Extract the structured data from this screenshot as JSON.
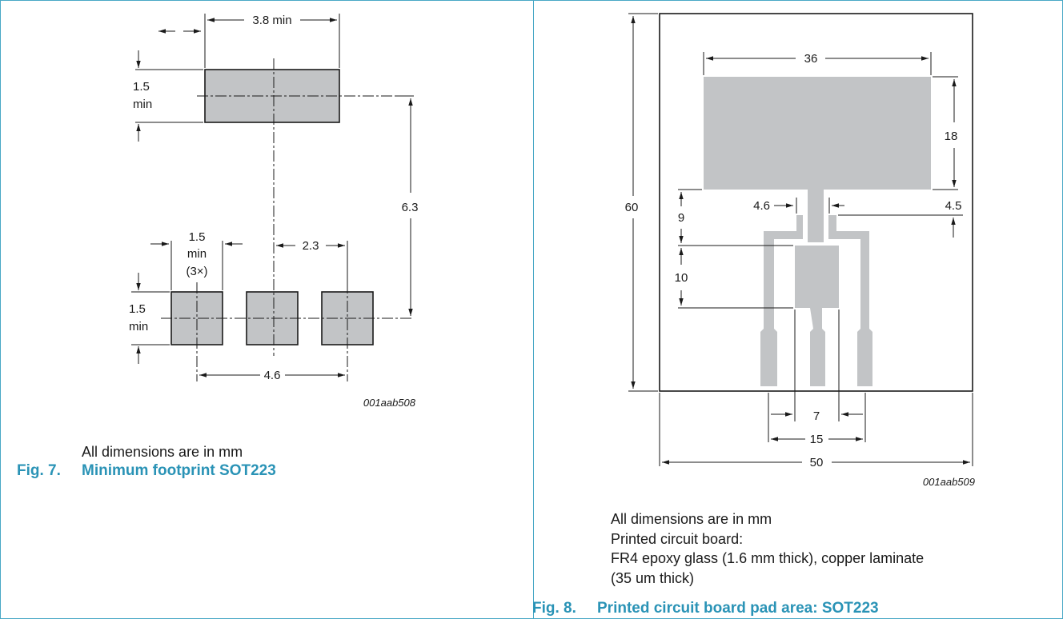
{
  "colors": {
    "accent": "#2a93b6",
    "border": "#49a8c6",
    "pad_fill": "#c2c4c6",
    "line": "#1a1a1a"
  },
  "fig7": {
    "dims": {
      "top_width": "3.8 min",
      "top_height_a": "1.5",
      "top_height_b": "min",
      "pin_width_a": "1.5",
      "pin_width_b": "min",
      "pin_width_c": "(3×)",
      "pin_pitch": "2.3",
      "pin_height_a": "1.5",
      "pin_height_b": "min",
      "vertical_span": "6.3",
      "outer_pin_span": "4.6"
    },
    "code": "001aab508",
    "note": "All dimensions are in mm",
    "caption_number": "Fig. 7.",
    "caption_title": "Minimum footprint SOT223"
  },
  "fig8": {
    "dims": {
      "pad_width": "36",
      "pad_height": "18",
      "board_height": "60",
      "neck_gap_left": "4.6",
      "neck_gap_right": "4.5",
      "gap_9": "9",
      "body_10": "10",
      "center_7": "7",
      "outer_15": "15",
      "board_width": "50"
    },
    "code": "001aab509",
    "note_lines": [
      "All dimensions are in mm",
      "Printed circuit board:",
      "FR4 epoxy glass (1.6 mm thick), copper laminate",
      "(35 um thick)"
    ],
    "caption_number": "Fig. 8.",
    "caption_title": "Printed circuit board pad area: SOT223"
  }
}
